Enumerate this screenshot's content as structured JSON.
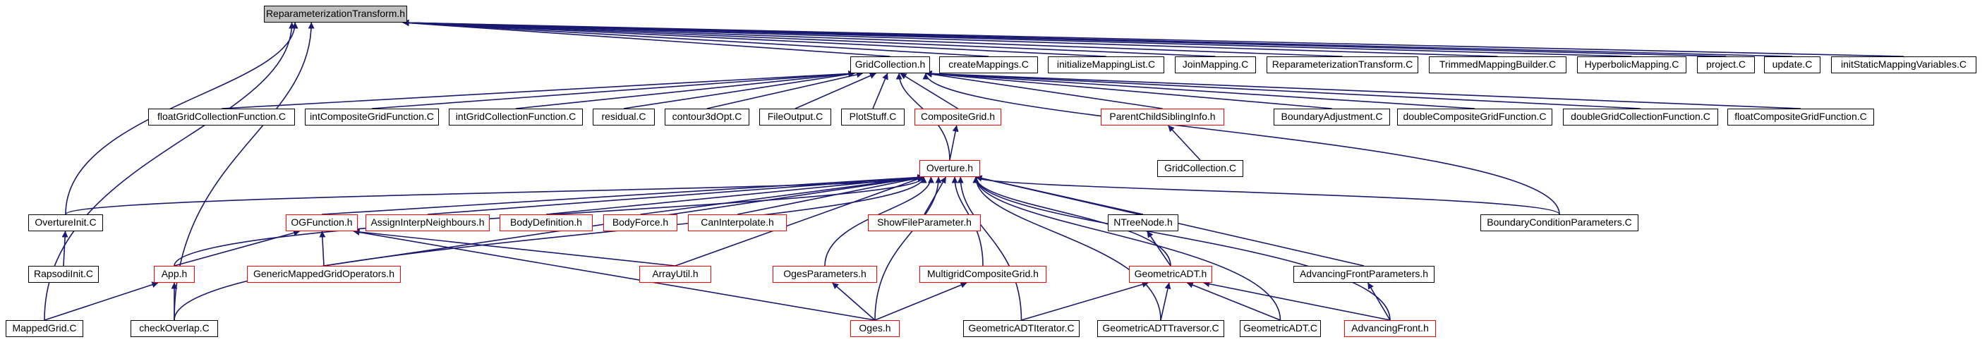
{
  "colors": {
    "edge": "#191970",
    "border_default": "#000000",
    "border_truncated": "#ff0000",
    "root_fill": "#bfbfbf",
    "background": "#ffffff"
  },
  "nodes": {
    "root": {
      "label": "ReparameterizationTransform.h",
      "border": "black"
    },
    "gridcollection_h": {
      "label": "GridCollection.h",
      "border": "black"
    },
    "createmappings": {
      "label": "createMappings.C",
      "border": "black"
    },
    "initializemappinglist": {
      "label": "initializeMappingList.C",
      "border": "black"
    },
    "joinmapping": {
      "label": "JoinMapping.C",
      "border": "black"
    },
    "reparamtransform_c": {
      "label": "ReparameterizationTransform.C",
      "border": "black"
    },
    "trimmedmappingbuilder": {
      "label": "TrimmedMappingBuilder.C",
      "border": "black"
    },
    "hyperbolicmapping": {
      "label": "HyperbolicMapping.C",
      "border": "black"
    },
    "project": {
      "label": "project.C",
      "border": "black"
    },
    "update": {
      "label": "update.C",
      "border": "black"
    },
    "initstaticmappingvariables": {
      "label": "initStaticMappingVariables.C",
      "border": "black"
    },
    "floatgridcollectionfunction": {
      "label": "floatGridCollectionFunction.C",
      "border": "black"
    },
    "intcompositegridfunction": {
      "label": "intCompositeGridFunction.C",
      "border": "black"
    },
    "intgridcollectionfunction": {
      "label": "intGridCollectionFunction.C",
      "border": "black"
    },
    "residual": {
      "label": "residual.C",
      "border": "black"
    },
    "contour3dopt": {
      "label": "contour3dOpt.C",
      "border": "black"
    },
    "fileoutput": {
      "label": "FileOutput.C",
      "border": "black"
    },
    "plotstuff": {
      "label": "PlotStuff.C",
      "border": "black"
    },
    "compositegrid_h": {
      "label": "CompositeGrid.h",
      "border": "red"
    },
    "parentchildsiblinginfo": {
      "label": "ParentChildSiblingInfo.h",
      "border": "red"
    },
    "boundaryadjustment": {
      "label": "BoundaryAdjustment.C",
      "border": "black"
    },
    "doublecompositegridfunction": {
      "label": "doubleCompositeGridFunction.C",
      "border": "black"
    },
    "doublegridcollectionfunction": {
      "label": "doubleGridCollectionFunction.C",
      "border": "black"
    },
    "floatcompositegridfunction": {
      "label": "floatCompositeGridFunction.C",
      "border": "black"
    },
    "gridcollection_c": {
      "label": "GridCollection.C",
      "border": "black"
    },
    "overture_h": {
      "label": "Overture.h",
      "border": "red"
    },
    "overtureinit": {
      "label": "OvertureInit.C",
      "border": "black"
    },
    "rapsodiinit": {
      "label": "RapsodiInit.C",
      "border": "black"
    },
    "ogfunction": {
      "label": "OGFunction.h",
      "border": "red"
    },
    "assigninterpneighbours": {
      "label": "AssignInterpNeighbours.h",
      "border": "red"
    },
    "bodydefinition": {
      "label": "BodyDefinition.h",
      "border": "red"
    },
    "bodyforce": {
      "label": "BodyForce.h",
      "border": "red"
    },
    "caninterpolate": {
      "label": "CanInterpolate.h",
      "border": "red"
    },
    "showfileparameter": {
      "label": "ShowFileParameter.h",
      "border": "red"
    },
    "ntreenode": {
      "label": "NTreeNode.h",
      "border": "black"
    },
    "boundaryconditionparameters": {
      "label": "BoundaryConditionParameters.C",
      "border": "black"
    },
    "app_h": {
      "label": "App.h",
      "border": "red"
    },
    "genericmappedgridoperators": {
      "label": "GenericMappedGridOperators.h",
      "border": "red"
    },
    "arrayutil": {
      "label": "ArrayUtil.h",
      "border": "red"
    },
    "ogesparameters": {
      "label": "OgesParameters.h",
      "border": "red"
    },
    "multigridcompositegrid": {
      "label": "MultigridCompositeGrid.h",
      "border": "red"
    },
    "geometricadt_h": {
      "label": "GeometricADT.h",
      "border": "red"
    },
    "advancingfrontparameters": {
      "label": "AdvancingFrontParameters.h",
      "border": "black"
    },
    "mappedgrid_c": {
      "label": "MappedGrid.C",
      "border": "black"
    },
    "checkoverlap": {
      "label": "checkOverlap.C",
      "border": "black"
    },
    "oges_h": {
      "label": "Oges.h",
      "border": "red"
    },
    "geometricadtiterator": {
      "label": "GeometricADTIterator.C",
      "border": "black"
    },
    "geometricadttraversor": {
      "label": "GeometricADTTraversor.C",
      "border": "black"
    },
    "geometricadt_c": {
      "label": "GeometricADT.C",
      "border": "black"
    },
    "advancingfront_h": {
      "label": "AdvancingFront.h",
      "border": "red"
    }
  },
  "edges": [
    [
      "gridcollection_h",
      "root"
    ],
    [
      "createmappings",
      "root"
    ],
    [
      "initializemappinglist",
      "root"
    ],
    [
      "joinmapping",
      "root"
    ],
    [
      "reparamtransform_c",
      "root"
    ],
    [
      "trimmedmappingbuilder",
      "root"
    ],
    [
      "hyperbolicmapping",
      "root"
    ],
    [
      "project",
      "root"
    ],
    [
      "update",
      "root"
    ],
    [
      "initstaticmappingvariables",
      "root"
    ],
    [
      "mappedgrid_c",
      "root"
    ],
    [
      "overtureinit",
      "root"
    ],
    [
      "checkoverlap",
      "root"
    ],
    [
      "floatgridcollectionfunction",
      "gridcollection_h"
    ],
    [
      "intcompositegridfunction",
      "gridcollection_h"
    ],
    [
      "intgridcollectionfunction",
      "gridcollection_h"
    ],
    [
      "residual",
      "gridcollection_h"
    ],
    [
      "contour3dopt",
      "gridcollection_h"
    ],
    [
      "fileoutput",
      "gridcollection_h"
    ],
    [
      "plotstuff",
      "gridcollection_h"
    ],
    [
      "compositegrid_h",
      "gridcollection_h"
    ],
    [
      "parentchildsiblinginfo",
      "gridcollection_h"
    ],
    [
      "boundaryadjustment",
      "gridcollection_h"
    ],
    [
      "doublecompositegridfunction",
      "gridcollection_h"
    ],
    [
      "doublegridcollectionfunction",
      "gridcollection_h"
    ],
    [
      "floatcompositegridfunction",
      "gridcollection_h"
    ],
    [
      "overture_h",
      "gridcollection_h"
    ],
    [
      "boundaryconditionparameters",
      "gridcollection_h"
    ],
    [
      "overture_h",
      "compositegrid_h"
    ],
    [
      "gridcollection_c",
      "parentchildsiblinginfo"
    ],
    [
      "overtureinit",
      "overture_h"
    ],
    [
      "ogfunction",
      "overture_h"
    ],
    [
      "assigninterpneighbours",
      "overture_h"
    ],
    [
      "bodydefinition",
      "overture_h"
    ],
    [
      "bodyforce",
      "overture_h"
    ],
    [
      "caninterpolate",
      "overture_h"
    ],
    [
      "showfileparameter",
      "overture_h"
    ],
    [
      "ntreenode",
      "overture_h"
    ],
    [
      "boundaryconditionparameters",
      "overture_h"
    ],
    [
      "app_h",
      "overture_h"
    ],
    [
      "genericmappedgridoperators",
      "overture_h"
    ],
    [
      "checkoverlap",
      "overture_h"
    ],
    [
      "arrayutil",
      "overture_h"
    ],
    [
      "ogesparameters",
      "overture_h"
    ],
    [
      "multigridcompositegrid",
      "overture_h"
    ],
    [
      "geometricadt_h",
      "overture_h"
    ],
    [
      "advancingfrontparameters",
      "overture_h"
    ],
    [
      "oges_h",
      "overture_h"
    ],
    [
      "geometricadtiterator",
      "overture_h"
    ],
    [
      "geometricadttraversor",
      "overture_h"
    ],
    [
      "geometricadt_c",
      "overture_h"
    ],
    [
      "advancingfront_h",
      "overture_h"
    ],
    [
      "rapsodiinit",
      "overtureinit"
    ],
    [
      "app_h",
      "ogfunction"
    ],
    [
      "genericmappedgridoperators",
      "ogfunction"
    ],
    [
      "arrayutil",
      "ogfunction"
    ],
    [
      "oges_h",
      "ogfunction"
    ],
    [
      "mappedgrid_c",
      "app_h"
    ],
    [
      "checkoverlap",
      "app_h"
    ],
    [
      "oges_h",
      "ogesparameters"
    ],
    [
      "oges_h",
      "multigridcompositegrid"
    ],
    [
      "geometricadt_h",
      "ntreenode"
    ],
    [
      "geometricadtiterator",
      "geometricadt_h"
    ],
    [
      "geometricadttraversor",
      "geometricadt_h"
    ],
    [
      "geometricadt_c",
      "geometricadt_h"
    ],
    [
      "advancingfront_h",
      "geometricadt_h"
    ],
    [
      "advancingfront_h",
      "advancingfrontparameters"
    ]
  ]
}
